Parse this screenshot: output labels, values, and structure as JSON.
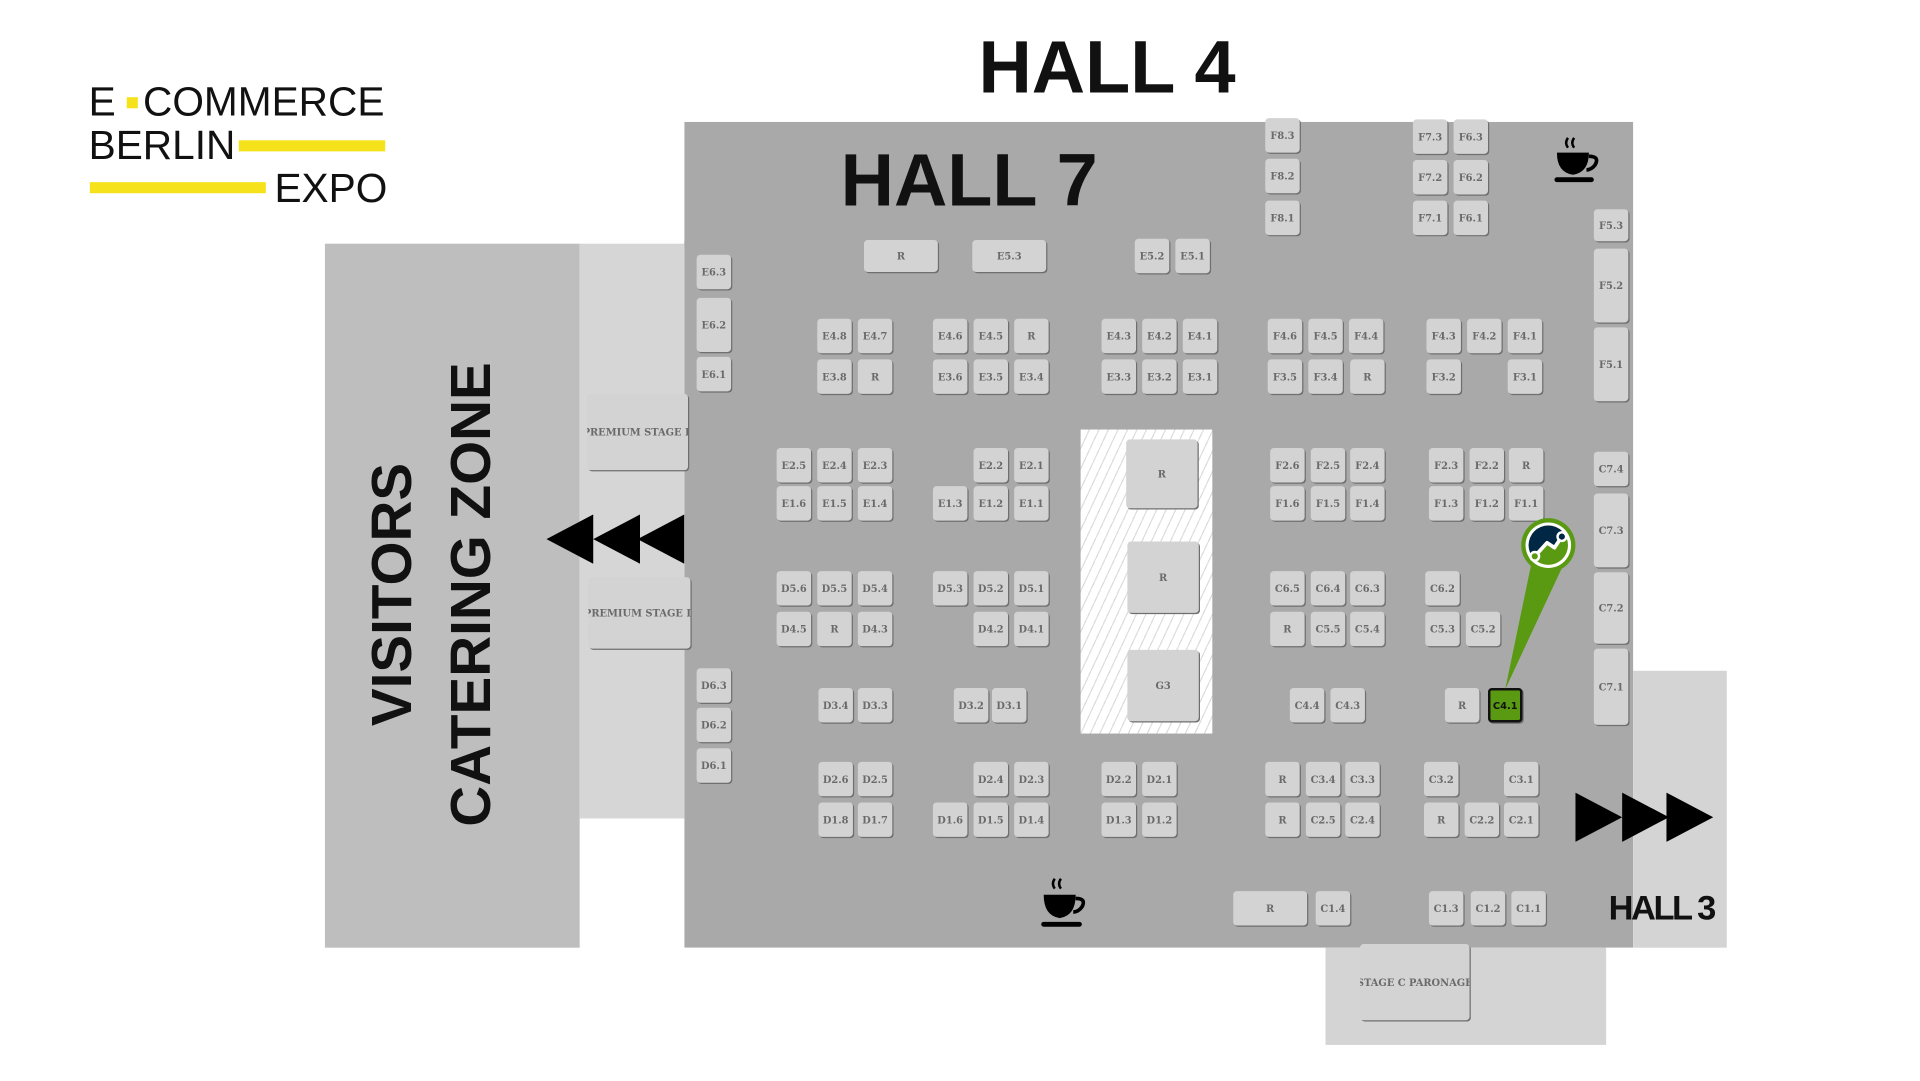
{
  "logo": {
    "line1a": "E",
    "line1b": "COMMERCE",
    "line2": "BERLIN",
    "line3": "EXPO",
    "accent_color": "#f5e21a"
  },
  "halls": {
    "hall4": "HALL 4",
    "hall7": "HALL 7",
    "hall3": "HALL 3"
  },
  "catering": {
    "line1": "VISITORS",
    "line2": "CATERING ZONE"
  },
  "stages": {
    "premium_e": "PREMIUM STAGE E",
    "premium_d": "PREMIUM STAGE D",
    "stage_c": "STAGE C PARONAGE"
  },
  "highlighted_booth": "C4.1",
  "colors": {
    "hall": "#a9a9a9",
    "booth": "#d3d3d3",
    "highlight": "#5a9a12",
    "pin_navy": "#002744"
  },
  "icons": [
    "coffee-cup-icon",
    "coffee-cup-icon",
    "location-pin-icon",
    "arrows-left-icon",
    "arrows-right-icon"
  ],
  "booths": [
    "R",
    "E5.3",
    "E5.2",
    "E5.1",
    "E6.3",
    "E6.2",
    "E6.1",
    "F8.3",
    "F8.2",
    "F8.1",
    "F7.3",
    "F6.3",
    "F7.2",
    "F6.2",
    "F7.1",
    "F6.1",
    "F5.3",
    "F5.2",
    "F5.1",
    "E4.8",
    "E4.7",
    "E4.6",
    "E4.5",
    "R",
    "E4.3",
    "E4.2",
    "E4.1",
    "F4.6",
    "F4.5",
    "F4.4",
    "F4.3",
    "F4.2",
    "F4.1",
    "E3.8",
    "R",
    "E3.6",
    "E3.5",
    "E3.4",
    "E3.3",
    "E3.2",
    "E3.1",
    "F3.5",
    "F3.4",
    "R",
    "F3.2",
    "F3.1",
    "E2.5",
    "E2.4",
    "E2.3",
    "E2.2",
    "E2.1",
    "F2.6",
    "F2.5",
    "F2.4",
    "F2.3",
    "F2.2",
    "R",
    "E1.6",
    "E1.5",
    "E1.4",
    "E1.3",
    "E1.2",
    "E1.1",
    "F1.6",
    "F1.5",
    "F1.4",
    "F1.3",
    "F1.2",
    "F1.1",
    "R",
    "R",
    "G3",
    "C7.4",
    "C7.3",
    "C7.2",
    "C7.1",
    "D5.6",
    "D5.5",
    "D5.4",
    "D5.3",
    "D5.2",
    "D5.1",
    "C6.5",
    "C6.4",
    "C6.3",
    "C6.2",
    "D4.5",
    "R",
    "D4.3",
    "D4.2",
    "D4.1",
    "R",
    "C5.5",
    "C5.4",
    "C5.3",
    "C5.2",
    "D6.3",
    "D6.2",
    "D6.1",
    "D3.4",
    "D3.3",
    "D3.2",
    "D3.1",
    "C4.4",
    "C4.3",
    "R",
    "C4.1",
    "D2.6",
    "D2.5",
    "D2.4",
    "D2.3",
    "D2.2",
    "D2.1",
    "R",
    "C3.4",
    "C3.3",
    "C3.2",
    "C3.1",
    "D1.8",
    "D1.7",
    "D1.6",
    "D1.5",
    "D1.4",
    "D1.3",
    "D1.2",
    "R",
    "C2.5",
    "C2.4",
    "R",
    "C2.2",
    "C2.1",
    "R",
    "C1.4",
    "C1.3",
    "C1.2",
    "C1.1"
  ]
}
